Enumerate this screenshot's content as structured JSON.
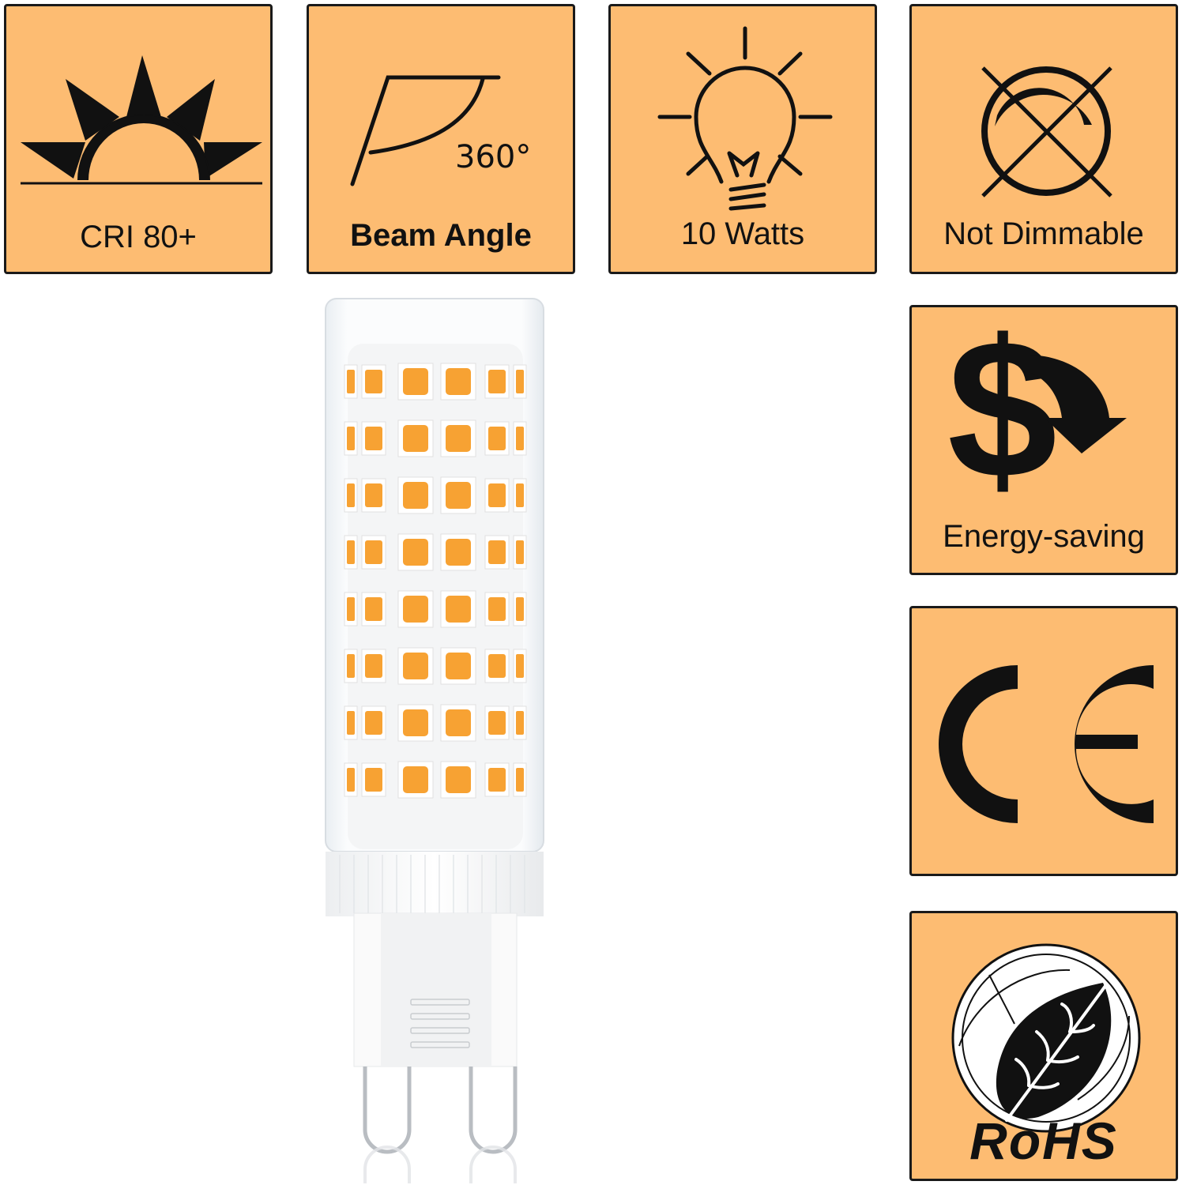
{
  "colors": {
    "tile_bg": "#fdbc72",
    "tile_border": "#1a1a1a",
    "led_orange": "#f7a233",
    "icon_ink": "#111111"
  },
  "features": [
    {
      "id": "cri",
      "label": "CRI 80+",
      "icon": "sun-icon"
    },
    {
      "id": "beam",
      "label": "Beam Angle",
      "icon": "beam-angle-icon",
      "value": "360°"
    },
    {
      "id": "watts",
      "label": "10 Watts",
      "icon": "light-bulb-icon"
    },
    {
      "id": "dimmable",
      "label": "Not Dimmable",
      "icon": "not-dimmable-icon"
    },
    {
      "id": "energy",
      "label": "Energy-saving",
      "icon": "dollar-down-icon"
    },
    {
      "id": "ce",
      "label": "",
      "icon": "ce-mark-icon"
    },
    {
      "id": "rohs",
      "label": "RoHS",
      "icon": "rohs-leaf-icon"
    }
  ],
  "product": {
    "name": "G9 LED corn bulb",
    "led_rows": 8,
    "led_columns": 6
  }
}
